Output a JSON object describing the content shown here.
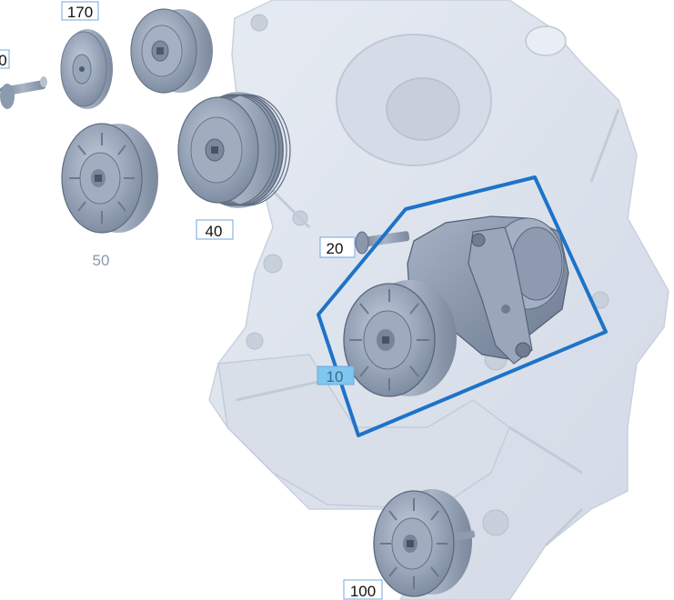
{
  "callouts": [
    {
      "id": "part-170",
      "number": "170",
      "style": "boxed"
    },
    {
      "id": "part-partial",
      "number": "0",
      "style": "boxed-clipped"
    },
    {
      "id": "part-40",
      "number": "40",
      "style": "boxed"
    },
    {
      "id": "part-50",
      "number": "50",
      "style": "plain-muted"
    },
    {
      "id": "part-20",
      "number": "20",
      "style": "boxed"
    },
    {
      "id": "part-10",
      "number": "10",
      "style": "highlighted"
    },
    {
      "id": "part-100",
      "number": "100",
      "style": "boxed"
    }
  ],
  "colors": {
    "housing": "#dde3ee",
    "housing_shadow": "#c5cedc",
    "part_metal": "#8f9db2",
    "part_dark": "#5d6a7e",
    "part_light": "#b9c4d3",
    "selection_outline": "#1e73c8",
    "callout_border": "#6fa8dc",
    "callout_highlight": "#7fc7ef",
    "muted_label": "#8d99ad"
  }
}
